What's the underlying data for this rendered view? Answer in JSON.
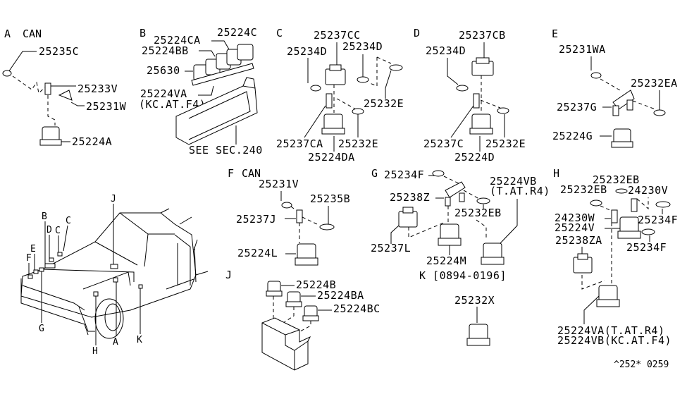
{
  "sections": {
    "A": {
      "letter": "A",
      "title": "CAN",
      "parts": [
        "25235C",
        "25233V",
        "25231W",
        "25224A"
      ]
    },
    "B": {
      "letter": "B",
      "parts": [
        "25224C",
        "25224CA",
        "25224BB",
        "25630",
        "25224VA"
      ],
      "note": "(KC.AT.F4)",
      "see": "SEE SEC.240"
    },
    "C": {
      "letter": "C",
      "parts": [
        "25237CC",
        "25234D",
        "25234D",
        "25232E",
        "25237CA",
        "25232E",
        "25224DA"
      ]
    },
    "D": {
      "letter": "D",
      "parts": [
        "25237CB",
        "25234D",
        "25237C",
        "25232E",
        "25224D"
      ]
    },
    "E": {
      "letter": "E",
      "parts": [
        "25231WA",
        "25232EA",
        "25237G",
        "25224G"
      ]
    },
    "F": {
      "letter": "F",
      "title": "CAN",
      "parts": [
        "25231V",
        "25235B",
        "25237J",
        "25224L"
      ]
    },
    "G": {
      "letter": "G",
      "parts": [
        "25234F",
        "25224VB",
        "25238Z",
        "25232EB",
        "25237L",
        "25224M"
      ],
      "note": "(T.AT.R4)"
    },
    "H": {
      "letter": "H",
      "parts": [
        "25232EB",
        "25232EB",
        "24230V",
        "24230W",
        "25224V",
        "25234F",
        "25238ZA",
        "25234F"
      ],
      "bottom": [
        "25224VA(T.AT.R4)",
        "25224VB(KC.AT.F4)"
      ]
    },
    "J": {
      "letter": "J",
      "parts": [
        "25224B",
        "25224BA",
        "25224BC"
      ]
    },
    "K": {
      "letter": "K",
      "range": "K [0894-0196]",
      "parts": [
        "25232X"
      ]
    }
  },
  "vehicle_callouts": [
    "B",
    "D",
    "C",
    "C",
    "E",
    "F",
    "G",
    "J",
    "H",
    "A",
    "K"
  ],
  "footer_code": "^252* 0259"
}
